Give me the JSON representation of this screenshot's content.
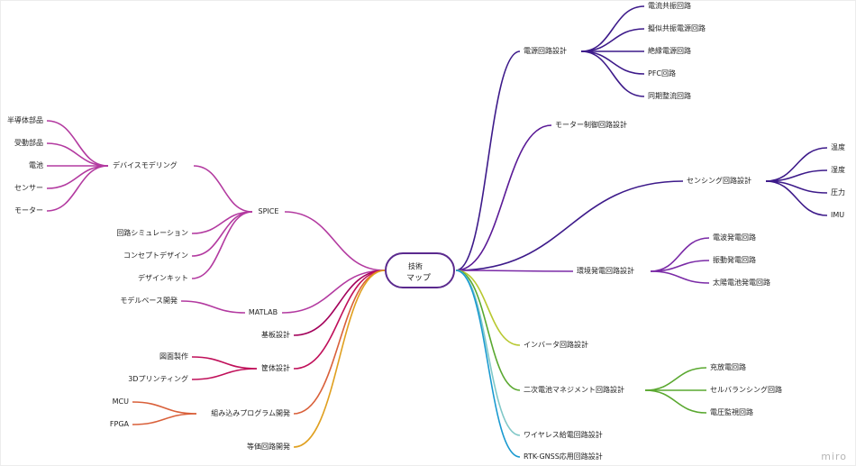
{
  "app": {
    "logo_text": "miro"
  },
  "root": {
    "line1": "技術",
    "line2": "マップ",
    "border_color": "#5b2a8e"
  },
  "left_branches": [
    {
      "label": "SPICE",
      "color": "#b33aa0",
      "children": [
        {
          "label": "デバイスモデリング",
          "children": [
            "半導体部品",
            "受動部品",
            "電池",
            "センサー",
            "モーター"
          ]
        },
        {
          "label": "回路シミュレーション"
        },
        {
          "label": "コンセプトデザイン"
        },
        {
          "label": "デザインキット"
        }
      ]
    },
    {
      "label": "MATLAB",
      "color": "#b33aa0",
      "children": [
        {
          "label": "モデルベース開発"
        }
      ]
    },
    {
      "label": "基板設計",
      "color": "#a3005a",
      "children": []
    },
    {
      "label": "筐体設計",
      "color": "#c0105a",
      "children": [
        {
          "label": "図面製作"
        },
        {
          "label": "3Dプリンティング"
        }
      ]
    },
    {
      "label": "組み込みプログラム開発",
      "color": "#d9603a",
      "children": [
        {
          "label": "MCU"
        },
        {
          "label": "FPGA"
        }
      ]
    },
    {
      "label": "等価回路開発",
      "color": "#e0a020",
      "children": []
    }
  ],
  "right_branches": [
    {
      "label": "電源回路設計",
      "color": "#3d1a8a",
      "children": [
        "電流共振回路",
        "擬似共振電源回路",
        "絶縁電源回路",
        "PFC回路",
        "同期整流回路"
      ]
    },
    {
      "label": "モーター制御回路設計",
      "color": "#5a1a96",
      "children": []
    },
    {
      "label": "センシング回路設計",
      "color": "#3d1a8a",
      "children": [
        "温度",
        "湿度",
        "圧力",
        "IMU"
      ]
    },
    {
      "label": "環境発電回路設計",
      "color": "#7a2aa6",
      "children": [
        "電波発電回路",
        "振動発電回路",
        "太陽電池発電回路"
      ]
    },
    {
      "label": "インバータ回路設計",
      "color": "#b8c830",
      "children": []
    },
    {
      "label": "二次電池マネジメント回路設計",
      "color": "#5aa830",
      "children": [
        "充放電回路",
        "セルバランシング回路",
        "電圧監視回路"
      ]
    },
    {
      "label": "ワイヤレス給電回路設計",
      "color": "#80c8c8",
      "children": []
    },
    {
      "label": "RTK-GNSS応用回路設計",
      "color": "#1a9ad0",
      "children": []
    }
  ]
}
